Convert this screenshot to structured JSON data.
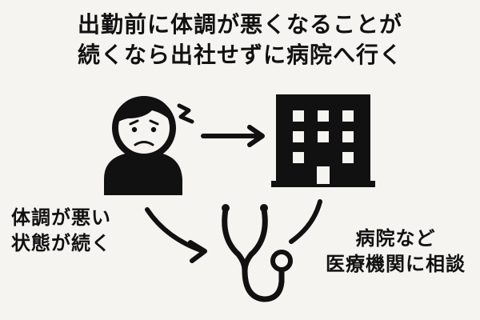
{
  "title": {
    "line1": "出勤前に体調が悪くなることが",
    "line2": "続くなら出社せずに病院へ行く"
  },
  "icons": {
    "person": "sick-person-icon",
    "arrow": "right-arrow-icon",
    "building": "hospital-building-icon",
    "stethoscope": "stethoscope-icon"
  },
  "left_label": {
    "line1": "体調が悪い",
    "line2": "状態が続く"
  },
  "right_label": {
    "line1": "病院など",
    "line2": "医療機関に相談"
  },
  "colors": {
    "background": "#f6f4f1",
    "foreground": "#111111"
  }
}
